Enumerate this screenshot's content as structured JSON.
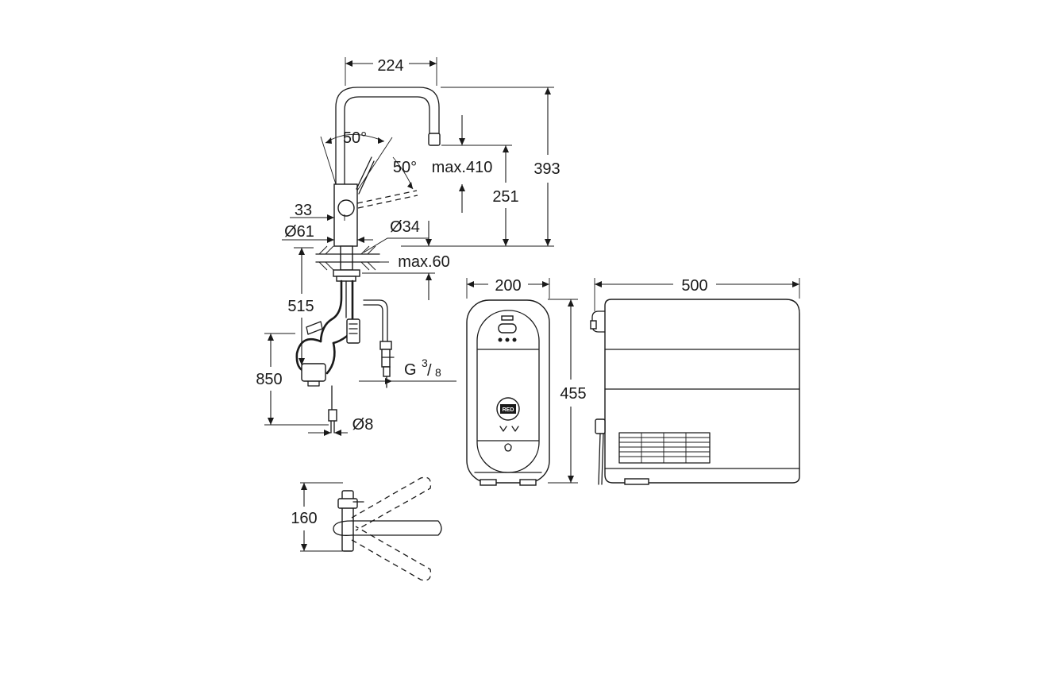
{
  "dimensions": {
    "spout_reach": "224",
    "spout_angle_left": "50°",
    "spout_angle_right": "50°",
    "pullout_max": "max.410",
    "total_height": "393",
    "spout_height": "251",
    "handle_offset": "33",
    "base_diameter": "Ø61",
    "hole_diameter": "Ø34",
    "deck_thickness_max": "max.60",
    "hose_length": "515",
    "supply_length": "850",
    "connection_thread_prefix": "G",
    "connection_thread_num": "3",
    "connection_thread_den": "8",
    "pipe_diameter": "Ø8",
    "boiler_depth": "200",
    "boiler_height": "455",
    "boiler_width": "500",
    "lever_height": "160"
  },
  "colors": {
    "line": "#1a1a1a",
    "background": "#ffffff"
  }
}
